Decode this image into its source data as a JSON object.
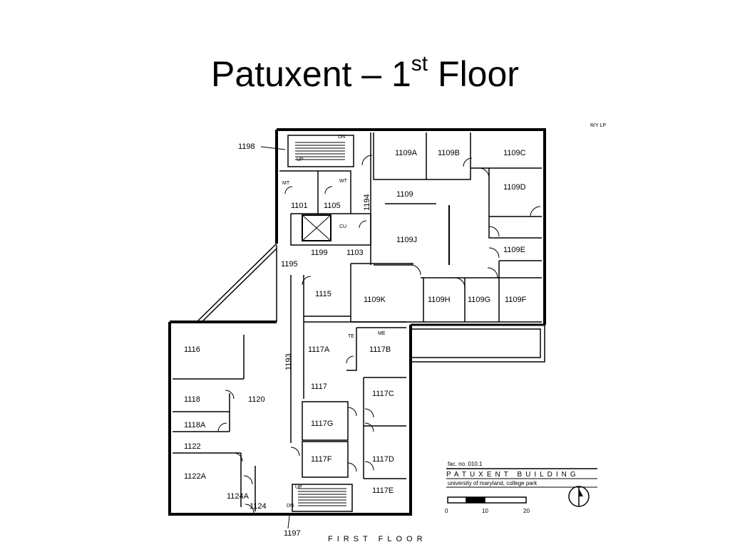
{
  "slide": {
    "title_main": "Patuxent – 1",
    "title_sup": "st",
    "title_end": " Floor"
  },
  "plan": {
    "corner_mark": "R/Y LP",
    "floor_label": "FIRST FLOOR",
    "rooms": {
      "r1198": "1198",
      "dn_top": "DN",
      "up_top": "UP",
      "r1109A": "1109A",
      "r1109B": "1109B",
      "r1109C": "1109C",
      "mt": "MT",
      "wt": "WT",
      "r1109": "1109",
      "r1109D": "1109D",
      "r1194": "1194",
      "r1101": "1101",
      "r1105": "1105",
      "cu": "CU",
      "r1109J": "1109J",
      "r1199": "1199",
      "r1103": "1103",
      "r1109E": "1109E",
      "r1195": "1195",
      "r1115": "1115",
      "r1109K": "1109K",
      "r1109H": "1109H",
      "r1109G": "1109G",
      "r1109F": "1109F",
      "te": "TE",
      "me": "ME",
      "r1116": "1116",
      "r1117A": "1117A",
      "r1117B": "1117B",
      "r1193": "1193",
      "r1117": "1117",
      "r1118": "1118",
      "r1120": "1120",
      "r1117C": "1117C",
      "r1118A": "1118A",
      "r1117G": "1117G",
      "r1122": "1122",
      "r1117F": "1117F",
      "r1117D": "1117D",
      "r1122A": "1122A",
      "up_bottom": "UP",
      "r1117E": "1117E",
      "r1124A": "1124A",
      "dn_bottom": "DN",
      "r1124": "1124",
      "r1197": "1197"
    },
    "title_block": {
      "fac_no": "fac. no. 010.1",
      "building": "PATUXENT BUILDING",
      "campus": "university of maryland, college park",
      "scale_0": "0",
      "scale_10": "10",
      "scale_20": "20"
    }
  }
}
